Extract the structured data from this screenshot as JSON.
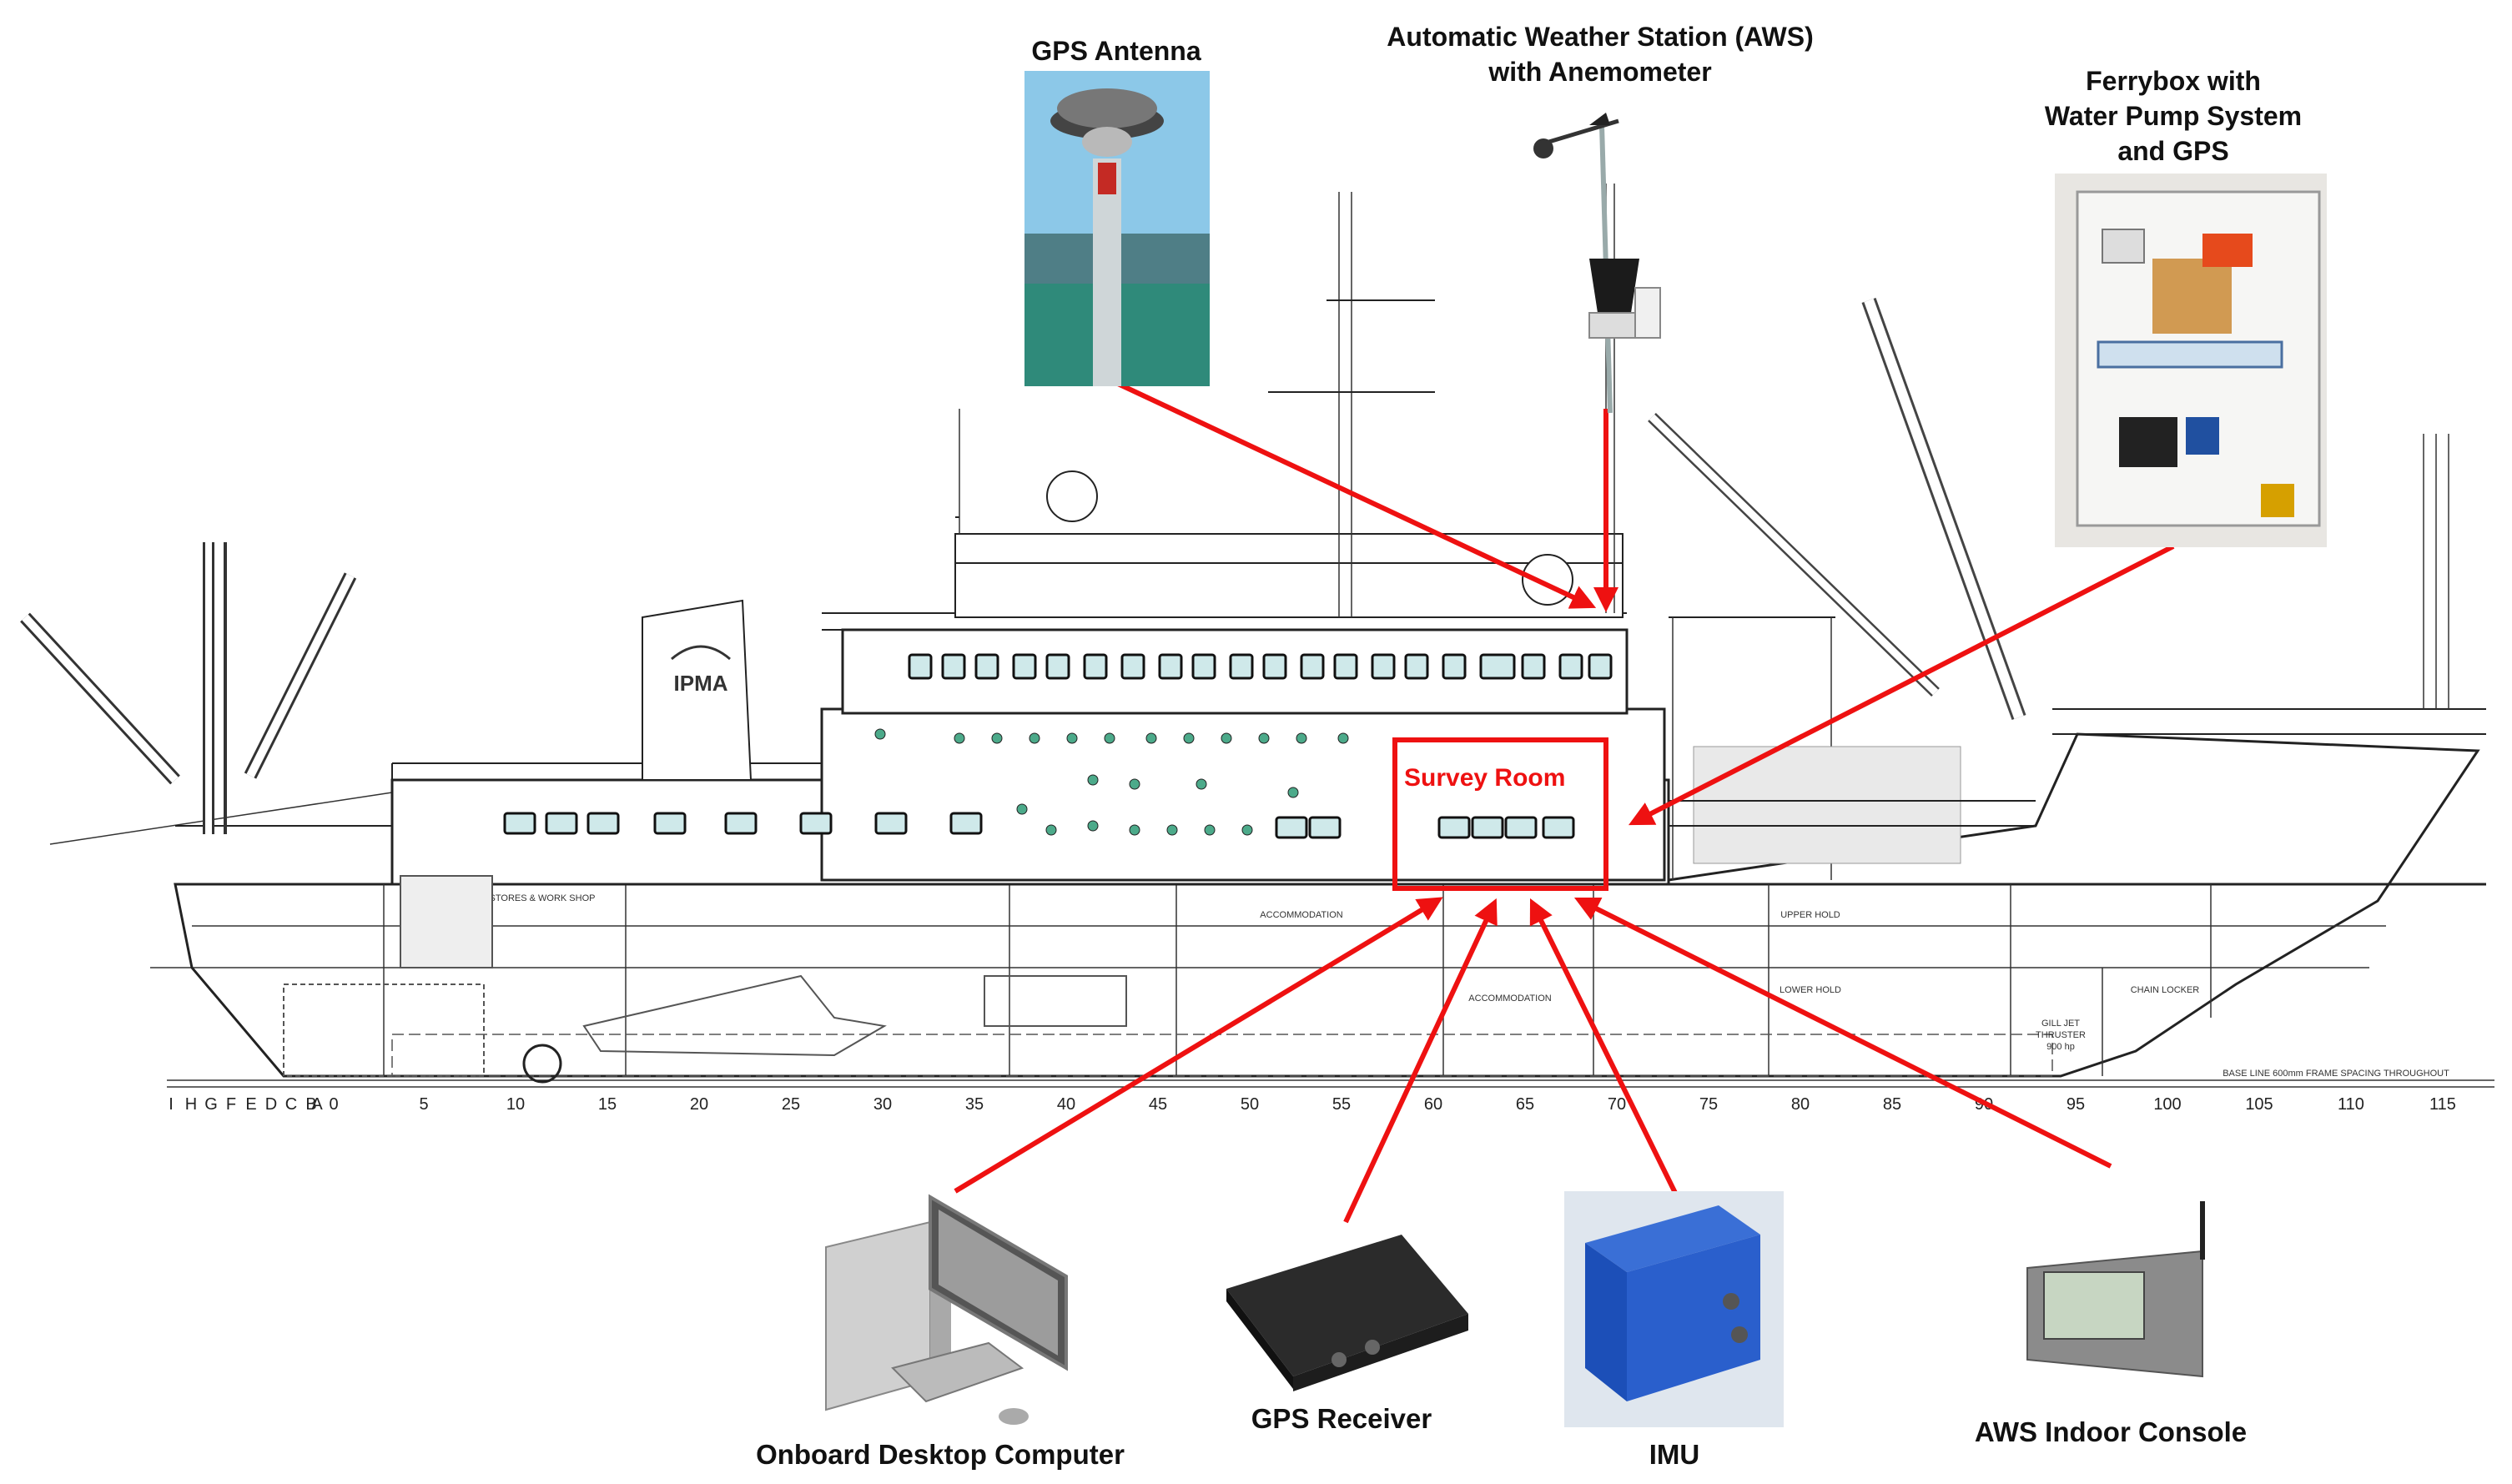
{
  "labels": {
    "gps_antenna": "GPS Antenna",
    "aws_line1": "Automatic Weather Station (AWS)",
    "aws_line2": "with Anemometer",
    "ferrybox_line1": "Ferrybox with",
    "ferrybox_line2": "Water Pump System",
    "ferrybox_line3": "and GPS",
    "survey_room": "Survey Room",
    "desktop": "Onboard Desktop Computer",
    "gps_receiver": "GPS Receiver",
    "imu": "IMU",
    "aws_console": "AWS Indoor Console"
  },
  "ship": {
    "logo_text": "IPMA",
    "bow_thruster": "GILL JET",
    "bow_thruster_line2": "THRUSTER",
    "bow_thruster_line3": "900 hp",
    "baseline_note": "BASE LINE 600mm FRAME SPACING THROUGHOUT",
    "compartments": [
      "STORES & WORK SHOP",
      "ACCOMMODATION",
      "UPPER HOLD",
      "LOWER HOLD",
      "CHAIN LOCKER",
      "ACCOMMODATION"
    ]
  },
  "frame_letters": [
    "I",
    "H",
    "G",
    "F",
    "E",
    "D",
    "C",
    "B",
    "A",
    "0"
  ],
  "frame_numbers": [
    "5",
    "10",
    "15",
    "20",
    "25",
    "30",
    "35",
    "40",
    "45",
    "50",
    "55",
    "60",
    "65",
    "70",
    "75",
    "80",
    "85",
    "90",
    "95",
    "100",
    "105",
    "110",
    "115"
  ],
  "colors": {
    "arrow": "#ee1111",
    "survey_room_box": "#ee1111",
    "window_glass": "#cfe9ea",
    "imu_body": "#1f56c4"
  }
}
